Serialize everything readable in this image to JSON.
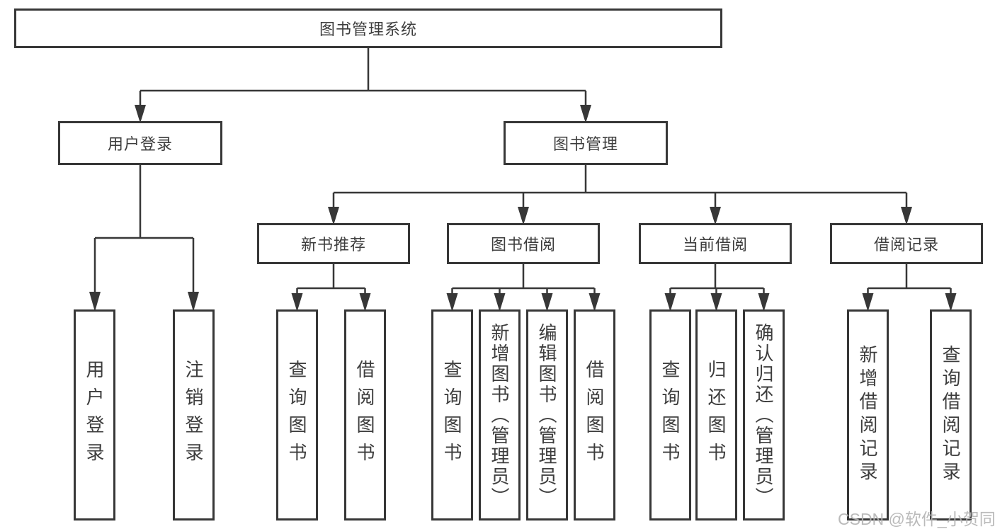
{
  "diagram": {
    "title": "图书管理系统",
    "branches": [
      {
        "label": "用户登录",
        "children": [
          {
            "label": "用户登录"
          },
          {
            "label": "注销登录"
          }
        ]
      },
      {
        "label": "图书管理",
        "children": [
          {
            "label": "新书推荐",
            "children": [
              {
                "label": "查询图书"
              },
              {
                "label": "借阅图书"
              }
            ]
          },
          {
            "label": "图书借阅",
            "children": [
              {
                "label": "查询图书"
              },
              {
                "label": "新增图书（管理员）"
              },
              {
                "label": "编辑图书（管理员）"
              },
              {
                "label": "借阅图书"
              }
            ]
          },
          {
            "label": "当前借阅",
            "children": [
              {
                "label": "查询图书"
              },
              {
                "label": "归还图书"
              },
              {
                "label": "确认归还（管理员）"
              }
            ]
          },
          {
            "label": "借阅记录",
            "children": [
              {
                "label": "新增借阅记录"
              },
              {
                "label": "查询借阅记录"
              }
            ]
          }
        ]
      }
    ]
  },
  "watermark": {
    "text": "CSDN @软件_小贺同学"
  },
  "colors": {
    "line": "#373737",
    "text": "#3d3d3d",
    "watermark": "#b3b3b3",
    "background": "#ffffff"
  }
}
